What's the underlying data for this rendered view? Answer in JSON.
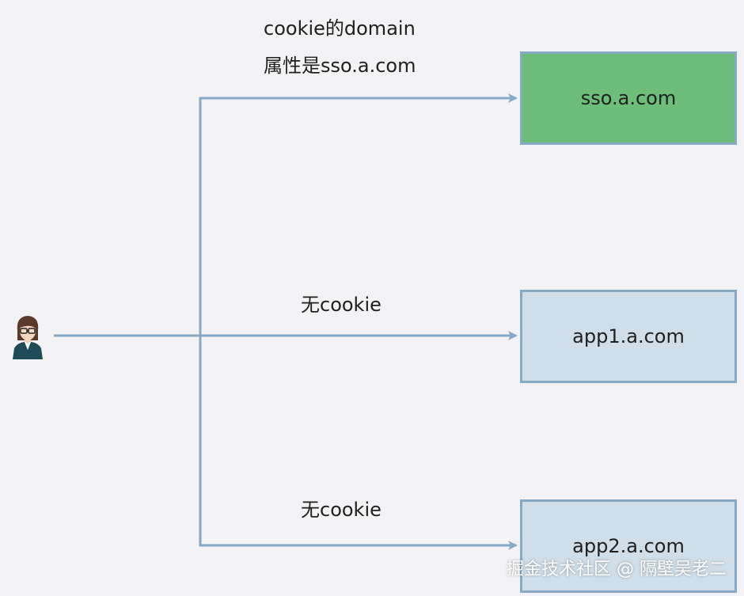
{
  "user": {
    "icon": "user-avatar-icon"
  },
  "top_edge": {
    "label_line1": "cookie的domain",
    "label_line2": "属性是sso.a.com"
  },
  "middle_edge": {
    "label": "无cookie"
  },
  "bottom_edge": {
    "label": "无cookie"
  },
  "boxes": {
    "sso": {
      "label": "sso.a.com",
      "fill": "#6cbe7a"
    },
    "app1": {
      "label": "app1.a.com",
      "fill": "#cfdee9"
    },
    "app2": {
      "label": "app2.a.com",
      "fill": "#cfdee9"
    }
  },
  "watermark": "掘金技术社区 @ 隔壁吴老二",
  "colors": {
    "connector": "#86a9c6",
    "background": "#f3f3f6"
  }
}
